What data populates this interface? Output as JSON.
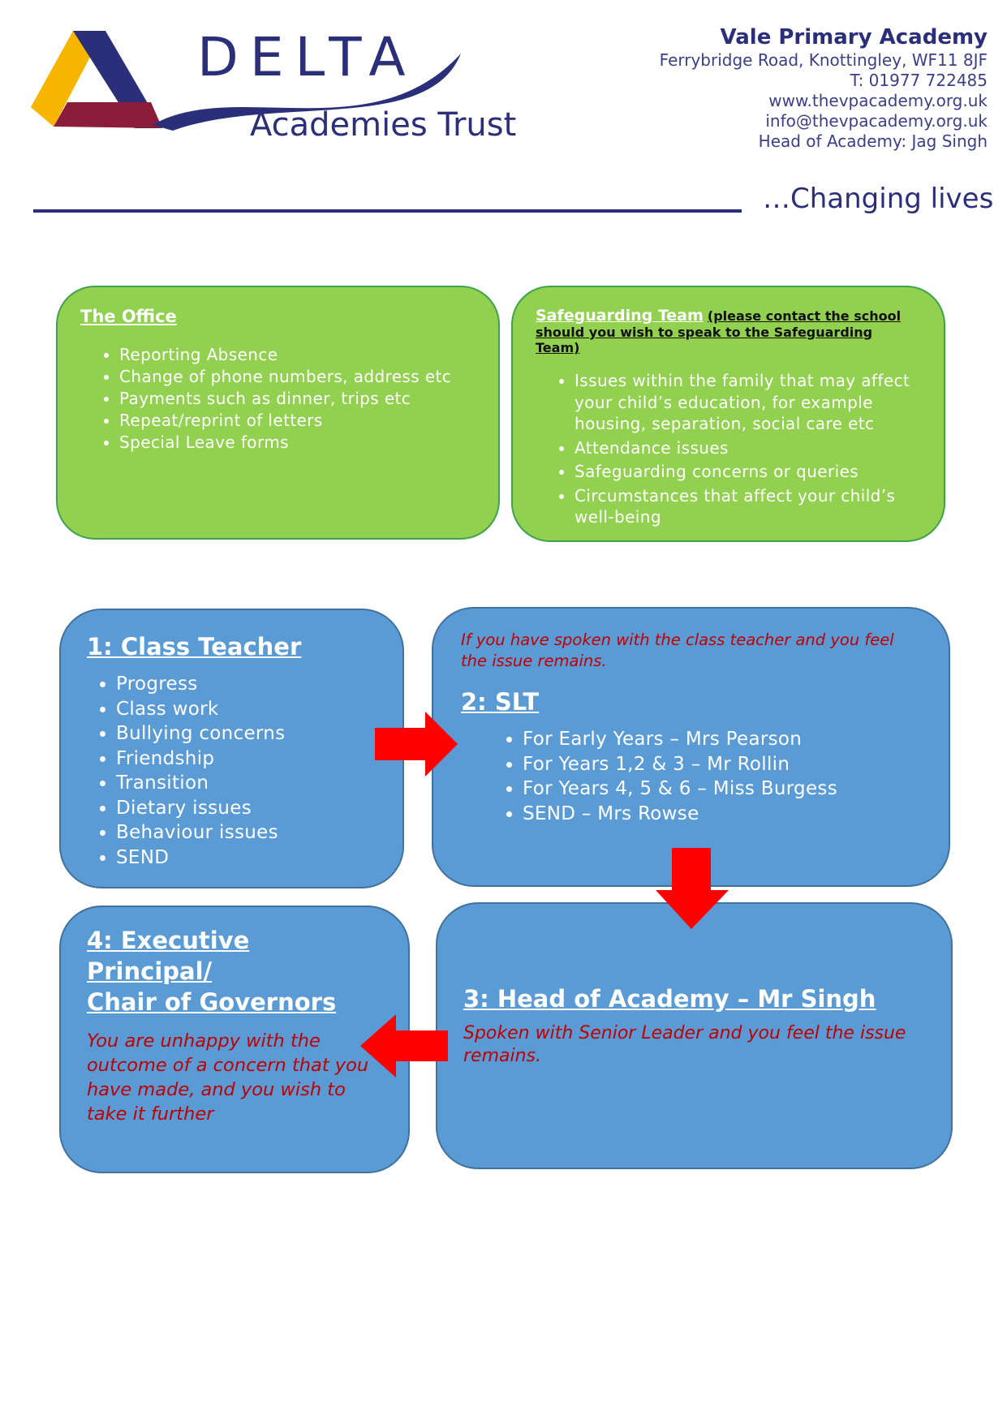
{
  "header": {
    "logo": {
      "word1": "DELTA",
      "word2": "Academies Trust"
    },
    "school_name": "Vale Primary Academy",
    "address": "Ferrybridge Road, Knottingley, WF11 8JF",
    "phone": "T: 01977 722485",
    "website": "www.thevpacademy.org.uk",
    "email": "info@thevpacademy.org.uk",
    "head": "Head of Academy: Jag Singh",
    "tagline": "…Changing lives"
  },
  "office": {
    "title": "The Office",
    "items": [
      "Reporting Absence",
      "Change of phone numbers, address etc",
      "Payments such as dinner, trips etc",
      "Repeat/reprint  of  letters",
      "Special Leave forms"
    ]
  },
  "safeguarding": {
    "title": "Safeguarding Team",
    "note": "(please contact the school should you wish to speak to the Safeguarding Team)",
    "items": [
      "Issues within the family that may affect your child’s education, for example housing, separation, social care etc",
      "Attendance  issues",
      "Safeguarding concerns or queries",
      "Circumstances  that affect your child’s well-being"
    ]
  },
  "step1": {
    "title": "1: Class Teacher",
    "items": [
      "Progress",
      "Class work",
      "Bullying concerns",
      "Friendship",
      "Transition",
      "Dietary issues",
      "Behaviour issues",
      "SEND"
    ]
  },
  "step2": {
    "intro": "If you have spoken with the class teacher and you feel the issue remains.",
    "title": "2: SLT",
    "items": [
      "For Early Years – Mrs Pearson",
      "For Years 1,2 & 3 – Mr Rollin",
      "For Years 4, 5 & 6 – Miss Burgess",
      "SEND – Mrs Rowse"
    ]
  },
  "step3": {
    "title": "3: Head of Academy – Mr Singh",
    "text": "Spoken with Senior Leader and you feel the issue remains."
  },
  "step4": {
    "title_line1": "4: Executive Principal/",
    "title_line2": "Chair of Governors",
    "text": "You are unhappy with the outcome of a concern that you have made, and you wish to take it further"
  },
  "colors": {
    "navy": "#2b2f7a",
    "green_box": "#92d050",
    "blue_box": "#5b9bd5",
    "arrow_red": "#ff0000",
    "text_red": "#c00000"
  }
}
